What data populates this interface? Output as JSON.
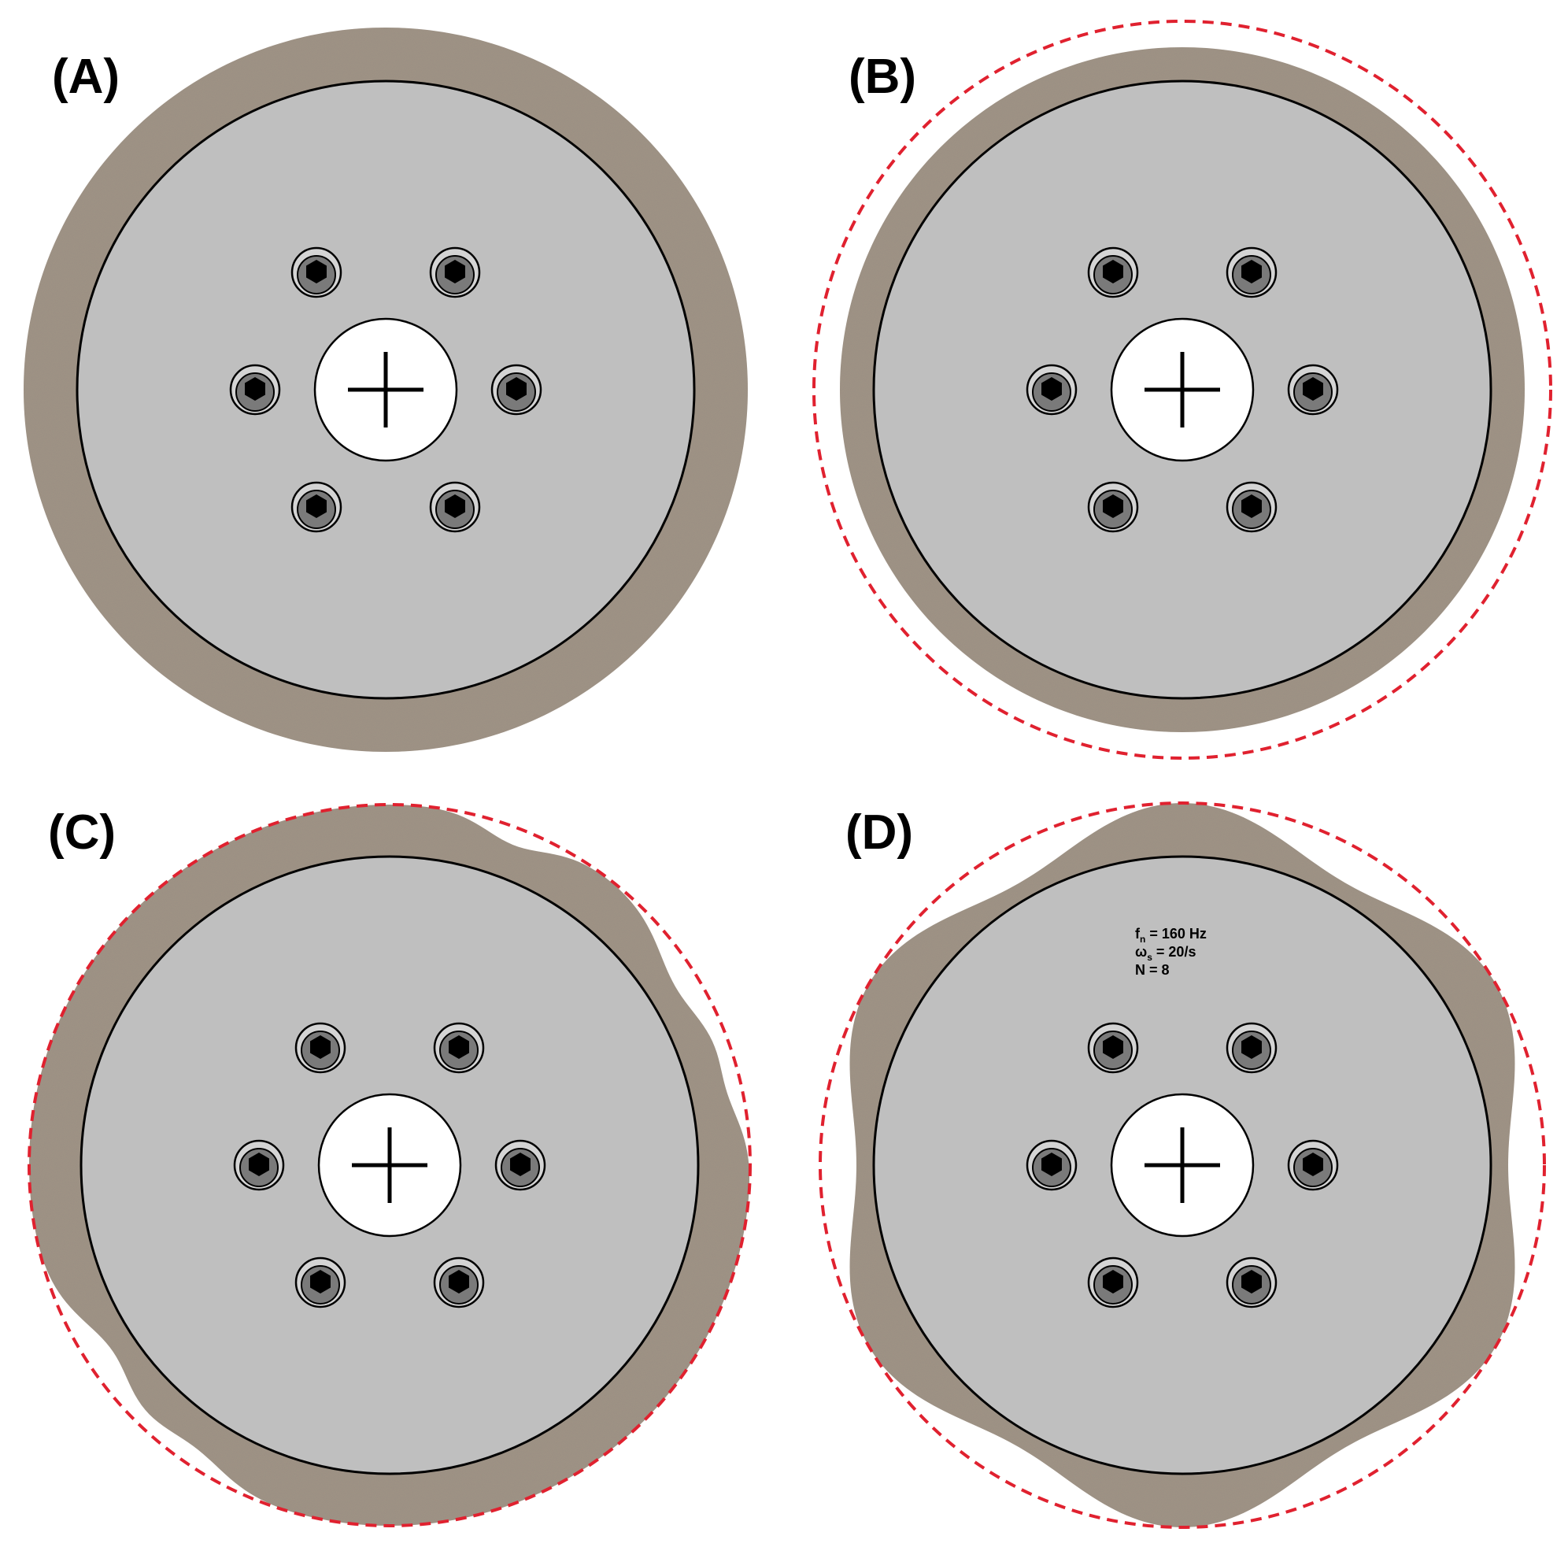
{
  "panels": [
    {
      "id": "A",
      "label": "(A)",
      "deformation": "none",
      "reference_outline": false
    },
    {
      "id": "B",
      "label": "(B)",
      "deformation": "uniform",
      "reference_outline": true
    },
    {
      "id": "C",
      "label": "(C)",
      "deformation": "irregular",
      "reference_outline": true
    },
    {
      "id": "D",
      "label": "(D)",
      "deformation": "lobed",
      "reference_outline": true
    }
  ],
  "parameters": {
    "line1_prefix": "f",
    "line1_sub": "n",
    "line1_rest": " = 160 Hz",
    "line2_prefix": "ω",
    "line2_sub": "s",
    "line2_rest": " = 20/s",
    "line3": "N = 8"
  },
  "colors": {
    "background": "#ffffff",
    "grinding_layer": "#a19486",
    "hub": "#bfbfbf",
    "bore": "#ffffff",
    "outline": "#000000",
    "reference_dashed": "#e0212f",
    "bolt_ring": "#7a7a7a",
    "bolt_head": "#000000"
  },
  "icons": {
    "bolt": "hex-socket-bolt-icon",
    "center": "center-crosshair-icon"
  }
}
